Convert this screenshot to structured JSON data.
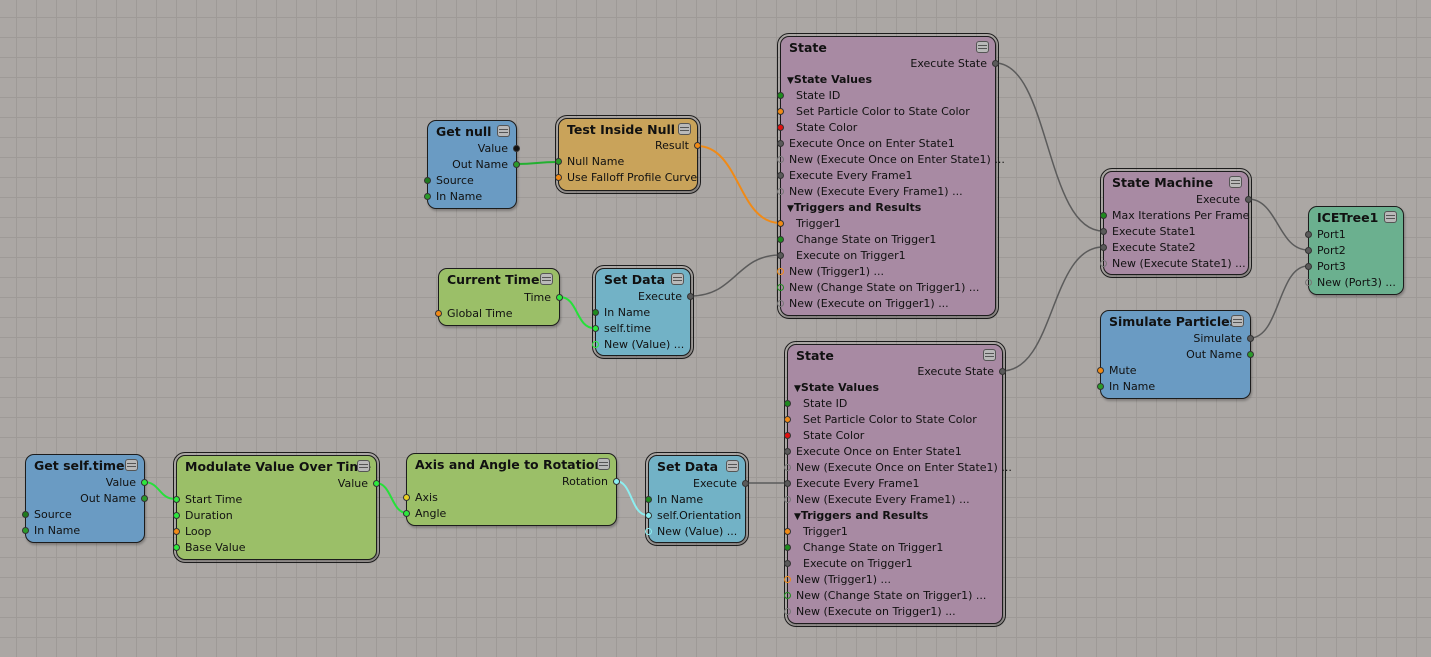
{
  "colors": {
    "canvas": "#aba7a4",
    "node_blue": "#6a9bc3",
    "node_tan": "#c9a35a",
    "node_green": "#9bbf68",
    "node_cyan": "#72b2c6",
    "node_mauve": "#a88aa3",
    "node_teal": "#6bb08f",
    "wire_gray": "#5b5b5b",
    "wire_orange": "#f08a16",
    "wire_green": "#26e03a",
    "wire_cyan": "#8ceef0",
    "port_gray": "#5a5a5a",
    "port_green": "#1e8a1e",
    "port_lime": "#2ee83e",
    "port_orange": "#f08a16",
    "port_red": "#e01010",
    "port_black": "#111111",
    "port_yellow": "#e8d020",
    "port_cyan": "#8ceef0"
  },
  "nodes": {
    "get_null": {
      "title": "Get null",
      "outputs": [
        "Value",
        "Out Name"
      ],
      "inputs": [
        "Source",
        "In Name"
      ]
    },
    "test_inside_null": {
      "title": "Test Inside Null",
      "outputs": [
        "Result"
      ],
      "inputs": [
        "Null Name",
        "Use Falloff Profile Curve"
      ]
    },
    "current_time": {
      "title": "Current Time",
      "outputs": [
        "Time"
      ],
      "inputs": [
        "Global Time"
      ]
    },
    "set_data_time": {
      "title": "Set Data",
      "outputs": [
        "Execute"
      ],
      "inputs": [
        "In Name",
        "self.time",
        "New (Value) ..."
      ]
    },
    "state_1": {
      "title": "State",
      "outputs": [
        "Execute State"
      ],
      "groups": [
        "State Values",
        "Triggers and Results"
      ],
      "rows": [
        "State ID",
        "Set Particle Color to State Color",
        "State Color",
        "Execute Once on Enter State1",
        "New (Execute Once on Enter State1) ...",
        "Execute Every Frame1",
        "New (Execute Every Frame1) ...",
        "Trigger1",
        "Change State on Trigger1",
        "Execute on Trigger1",
        "New (Trigger1) ...",
        "New (Change State on Trigger1) ...",
        "New (Execute on Trigger1) ..."
      ]
    },
    "state_2": {
      "title": "State",
      "outputs": [
        "Execute State"
      ],
      "groups": [
        "State Values",
        "Triggers and Results"
      ],
      "rows": [
        "State ID",
        "Set Particle Color to State Color",
        "State Color",
        "Execute Once on Enter State1",
        "New (Execute Once on Enter State1) ...",
        "Execute Every Frame1",
        "New (Execute Every Frame1) ...",
        "Trigger1",
        "Change State on Trigger1",
        "Execute on Trigger1",
        "New (Trigger1) ...",
        "New (Change State on Trigger1) ...",
        "New (Execute on Trigger1) ..."
      ]
    },
    "state_machine": {
      "title": "State Machine",
      "outputs": [
        "Execute"
      ],
      "inputs": [
        "Max Iterations Per Frame",
        "Execute State1",
        "Execute State2",
        "New (Execute State1) ..."
      ]
    },
    "simulate_particles": {
      "title": "Simulate Particles",
      "outputs": [
        "Simulate",
        "Out Name"
      ],
      "inputs": [
        "Mute",
        "In Name"
      ]
    },
    "ice_tree": {
      "title": "ICETree1",
      "inputs": [
        "Port1",
        "Port2",
        "Port3",
        "New (Port3) ..."
      ]
    },
    "get_self_time": {
      "title": "Get self.time",
      "outputs": [
        "Value",
        "Out Name"
      ],
      "inputs": [
        "Source",
        "In Name"
      ]
    },
    "modulate_value": {
      "title": "Modulate Value Over Time",
      "outputs": [
        "Value"
      ],
      "inputs": [
        "Start Time",
        "Duration",
        "Loop",
        "Base Value"
      ]
    },
    "axis_angle": {
      "title": "Axis and Angle to Rotation",
      "outputs": [
        "Rotation"
      ],
      "inputs": [
        "Axis",
        "Angle"
      ]
    },
    "set_data_orient": {
      "title": "Set Data",
      "outputs": [
        "Execute"
      ],
      "inputs": [
        "In Name",
        "self.Orientation",
        "New (Value) ..."
      ]
    }
  },
  "connections": [
    {
      "from": "Get null.Out Name",
      "to": "Test Inside Null.Null Name",
      "color": "green"
    },
    {
      "from": "Test Inside Null.Result",
      "to": "State.Trigger1",
      "color": "orange"
    },
    {
      "from": "Current Time.Time",
      "to": "Set Data.self.time",
      "color": "lime"
    },
    {
      "from": "Set Data.Execute",
      "to": "State.Execute on Trigger1",
      "color": "gray"
    },
    {
      "from": "State.Execute State",
      "to": "State Machine.Execute State1",
      "color": "gray"
    },
    {
      "from": "State(2).Execute State",
      "to": "State Machine.Execute State2",
      "color": "gray"
    },
    {
      "from": "State Machine.Execute",
      "to": "ICETree1.Port2",
      "color": "gray"
    },
    {
      "from": "Simulate Particles.Simulate",
      "to": "ICETree1.Port3",
      "color": "gray"
    },
    {
      "from": "Get self.time.Value",
      "to": "Modulate Value Over Time.Start Time",
      "color": "lime"
    },
    {
      "from": "Modulate Value Over Time.Value",
      "to": "Axis and Angle to Rotation.Angle",
      "color": "lime"
    },
    {
      "from": "Axis and Angle to Rotation.Rotation",
      "to": "Set Data.self.Orientation",
      "color": "cyan"
    },
    {
      "from": "Set Data(2).Execute",
      "to": "State(2).Execute Every Frame1",
      "color": "gray"
    }
  ]
}
